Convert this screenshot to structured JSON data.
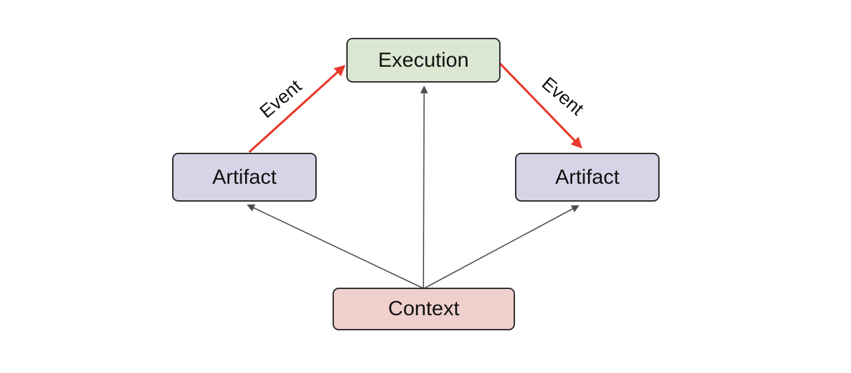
{
  "diagram": {
    "nodes": {
      "execution": {
        "label": "Execution",
        "fill": "#dce7d3"
      },
      "artifact_left": {
        "label": "Artifact",
        "fill": "#d8d4e7"
      },
      "artifact_right": {
        "label": "Artifact",
        "fill": "#d8d4e7"
      },
      "context": {
        "label": "Context",
        "fill": "#efd0cd"
      }
    },
    "edges": {
      "event_left": {
        "label": "Event",
        "from": "artifact_left",
        "to": "execution",
        "color": "#e83a2d"
      },
      "event_right": {
        "label": "Event",
        "from": "execution",
        "to": "artifact_right",
        "color": "#e83a2d"
      },
      "context_to_execution": {
        "from": "context",
        "to": "execution",
        "color": "#4d4d4d"
      },
      "context_to_artifact_left": {
        "from": "context",
        "to": "artifact_left",
        "color": "#4d4d4d"
      },
      "context_to_artifact_right": {
        "from": "context",
        "to": "artifact_right",
        "color": "#4d4d4d"
      }
    },
    "colors": {
      "background": "#ffffff",
      "node_border": "#2d2d2d",
      "edge_gray": "#4d4d4d",
      "edge_red": "#e83a2d",
      "text": "#111111"
    }
  }
}
